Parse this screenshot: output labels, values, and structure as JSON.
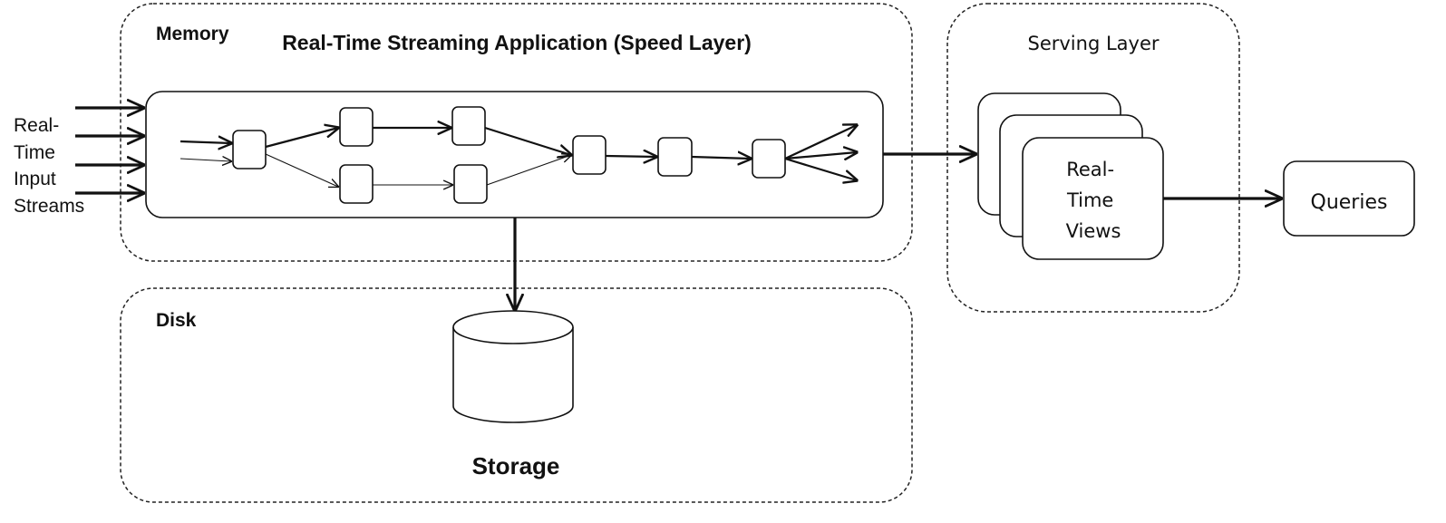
{
  "regions": {
    "memory": {
      "label": "Memory"
    },
    "disk": {
      "label": "Disk"
    },
    "serving": {
      "label": "Serving Layer"
    }
  },
  "app": {
    "title": "Real-Time Streaming Application (Speed Layer)"
  },
  "input": {
    "lines": [
      "Real-",
      "Time",
      "Input",
      "Streams"
    ]
  },
  "views": {
    "lines": [
      "Real-",
      "Time",
      "Views"
    ]
  },
  "queries": {
    "label": "Queries"
  },
  "storage": {
    "label": "Storage"
  }
}
